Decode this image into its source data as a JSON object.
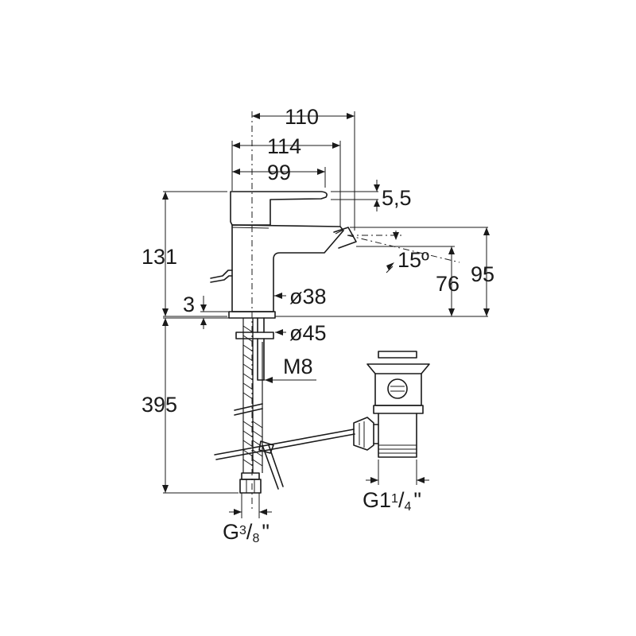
{
  "dimensions": {
    "overall_width": "110",
    "body_width": "114",
    "spout_reach": "99",
    "lever_gap": "5,5",
    "total_height": "131",
    "nozzle_height": "95",
    "nozzle_angle": "15º",
    "nozzle_axis_height": "76",
    "base_gap": "3",
    "base_diameter": "ø38",
    "flange_diameter": "ø45",
    "stud_thread": "M8",
    "hose_length": "395",
    "hose_connection": {
      "prefix": "G",
      "numerator": "3",
      "slash": "/",
      "denominator": "8",
      "suffix": "\""
    },
    "waste_connection": {
      "prefix": "G1",
      "numerator": "1",
      "slash": "/",
      "denominator": "4",
      "suffix": "\""
    }
  }
}
